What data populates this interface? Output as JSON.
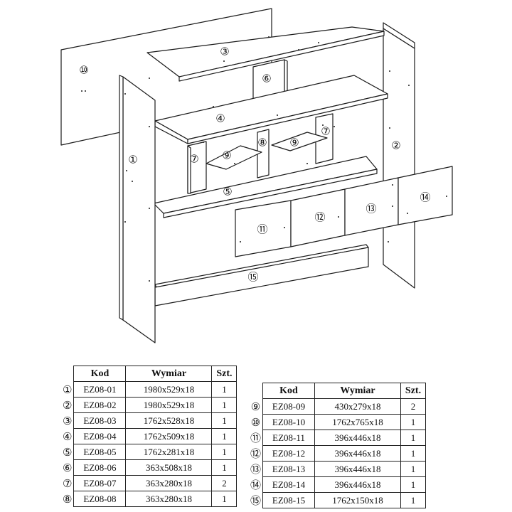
{
  "part_labels": {
    "p1": "①",
    "p2": "②",
    "p3": "③",
    "p4": "④",
    "p5": "⑤",
    "p6": "⑥",
    "p7a": "⑦",
    "p7b": "⑦",
    "p8": "⑧",
    "p9a": "⑨",
    "p9b": "⑨",
    "p10": "⑩",
    "p11": "⑪",
    "p12": "⑫",
    "p13": "⑬",
    "p14": "⑭",
    "p15": "⑮"
  },
  "table_headers": {
    "kod": "Kod",
    "wymiar": "Wymiar",
    "szt": "Szt."
  },
  "table_left": [
    {
      "num": "①",
      "kod": "EZ08-01",
      "wymiar": "1980x529x18",
      "szt": "1"
    },
    {
      "num": "②",
      "kod": "EZ08-02",
      "wymiar": "1980x529x18",
      "szt": "1"
    },
    {
      "num": "③",
      "kod": "EZ08-03",
      "wymiar": "1762x528x18",
      "szt": "1"
    },
    {
      "num": "④",
      "kod": "EZ08-04",
      "wymiar": "1762x509x18",
      "szt": "1"
    },
    {
      "num": "⑤",
      "kod": "EZ08-05",
      "wymiar": "1762x281x18",
      "szt": "1"
    },
    {
      "num": "⑥",
      "kod": "EZ08-06",
      "wymiar": "363x508x18",
      "szt": "1"
    },
    {
      "num": "⑦",
      "kod": "EZ08-07",
      "wymiar": "363x280x18",
      "szt": "2"
    },
    {
      "num": "⑧",
      "kod": "EZ08-08",
      "wymiar": "363x280x18",
      "szt": "1"
    }
  ],
  "table_right": [
    {
      "num": "⑨",
      "kod": "EZ08-09",
      "wymiar": "430x279x18",
      "szt": "2"
    },
    {
      "num": "⑩",
      "kod": "EZ08-10",
      "wymiar": "1762x765x18",
      "szt": "1"
    },
    {
      "num": "⑪",
      "kod": "EZ08-11",
      "wymiar": "396x446x18",
      "szt": "1"
    },
    {
      "num": "⑫",
      "kod": "EZ08-12",
      "wymiar": "396x446x18",
      "szt": "1"
    },
    {
      "num": "⑬",
      "kod": "EZ08-13",
      "wymiar": "396x446x18",
      "szt": "1"
    },
    {
      "num": "⑭",
      "kod": "EZ08-14",
      "wymiar": "396x446x18",
      "szt": "1"
    },
    {
      "num": "⑮",
      "kod": "EZ08-15",
      "wymiar": "1762x150x18",
      "szt": "1"
    }
  ]
}
